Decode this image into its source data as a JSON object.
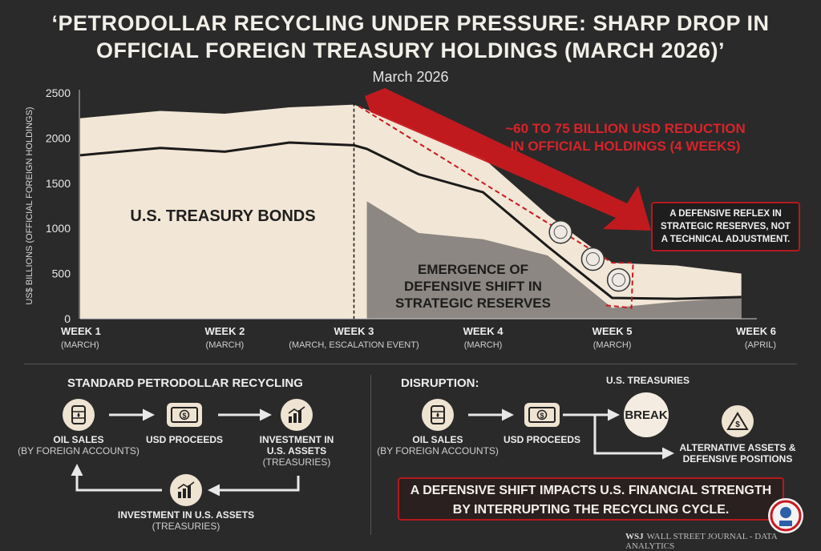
{
  "title_line1": "‘PETRODOLLAR RECYCLING UNDER PRESSURE: SHARP DROP IN",
  "title_line2": "OFFICIAL FOREIGN TREASURY HOLDINGS (MARCH 2026)’",
  "subtitle": "March 2026",
  "colors": {
    "background": "#2a2a2a",
    "area_light": "#f2e6d6",
    "area_dark": "#8c8782",
    "accent_red": "#c8191f",
    "line": "#1b1b1b"
  },
  "chart_data": {
    "type": "area",
    "ylabel": "US$ BILLIONS (OFFICIAL FOREIGN HOLDINGS)",
    "ylim": [
      0,
      2500
    ],
    "yticks": [
      0,
      500,
      1000,
      1500,
      2000,
      2500
    ],
    "x_ticks": [
      {
        "x": 1,
        "label": "WEEK 1",
        "sub": "(MARCH)"
      },
      {
        "x": 2,
        "label": "WEEK 2",
        "sub": "(MARCH)"
      },
      {
        "x": 3,
        "label": "WEEK 3",
        "sub": "(MARCH, ESCALATION EVENT)"
      },
      {
        "x": 4,
        "label": "WEEK 4",
        "sub": "(MARCH)"
      },
      {
        "x": 5,
        "label": "WEEK 5",
        "sub": "(MARCH)"
      },
      {
        "x": 6,
        "label": "WEEK 6",
        "sub": "(APRIL)"
      }
    ],
    "xlim": [
      0.88,
      6.12
    ],
    "event_marker_x": 3,
    "series": [
      {
        "x": [
          0.88,
          1.5,
          2.0,
          2.5,
          3.0,
          3.3,
          3.7,
          4.0,
          4.5,
          5.0,
          5.5,
          6.0
        ],
        "values": [
          2220,
          2300,
          2270,
          2340,
          2370,
          2200,
          1950,
          1780,
          1150,
          620,
          590,
          500
        ]
      },
      {
        "x": [
          0.88,
          1.5,
          2.0,
          2.5,
          3.0,
          3.1,
          3.5,
          4.0,
          4.5,
          5.0,
          5.5,
          6.0
        ],
        "values": [
          1810,
          1890,
          1850,
          1950,
          1920,
          1880,
          1600,
          1400,
          800,
          230,
          220,
          240
        ]
      },
      {
        "x": [
          3.1,
          3.5,
          4.0,
          4.5,
          5.0,
          5.5,
          6.0
        ],
        "values": [
          1300,
          950,
          880,
          700,
          120,
          190,
          240
        ]
      }
    ],
    "area_labels": [
      "U.S. TREASURY BONDS",
      "EMERGENCE OF",
      "DEFENSIVE SHIFT IN",
      "STRATEGIC RESERVES"
    ],
    "annotation_main_line1": "~60 TO 75 BILLION USD REDUCTION",
    "annotation_main_line2": "IN OFFICIAL HOLDINGS (4 WEEKS)",
    "annotation_box": [
      "A DEFENSIVE REFLEX IN",
      "STRATEGIC RESERVES, NOT",
      "A TECHNICAL ADJUSTMENT."
    ],
    "legend": "none",
    "grid": false
  },
  "flow_left": {
    "title": "STANDARD PETRODOLLAR RECYCLING",
    "oil_sales": "OIL SALES",
    "oil_sales_sub": "(BY FOREIGN ACCOUNTS)",
    "usd_proceeds": "USD PROCEEDS",
    "investment_line1": "INVESTMENT IN",
    "investment_line2": "U.S. ASSETS",
    "investment_sub": "(TREASURIES)",
    "bottom_investment": "INVESTMENT IN U.S. ASSETS",
    "bottom_sub": "(TREASURIES)"
  },
  "flow_right": {
    "title": "DISRUPTION:",
    "oil_sales": "OIL SALES",
    "oil_sales_sub": "(BY FOREIGN ACCOUNTS)",
    "usd_proceeds": "USD PROCEEDS",
    "treasuries": "U.S. TREASURIES",
    "break": "BREAK",
    "alt_line1": "ALTERNATIVE ASSETS &",
    "alt_line2": "DEFENSIVE POSITIONS"
  },
  "banner_line1": "A DEFENSIVE SHIFT IMPACTS U.S. FINANCIAL STRENGTH",
  "banner_line2": "BY INTERRUPTING THE RECYCLING CYCLE.",
  "source_mark": "WSJ",
  "source_text": "WALL STREET JOURNAL - DATA ANALYTICS",
  "icons": [
    "oil-barrel-icon",
    "dollar-bill-icon",
    "growth-chart-icon",
    "break-icon",
    "warning-dollar-icon",
    "seal-icon"
  ]
}
